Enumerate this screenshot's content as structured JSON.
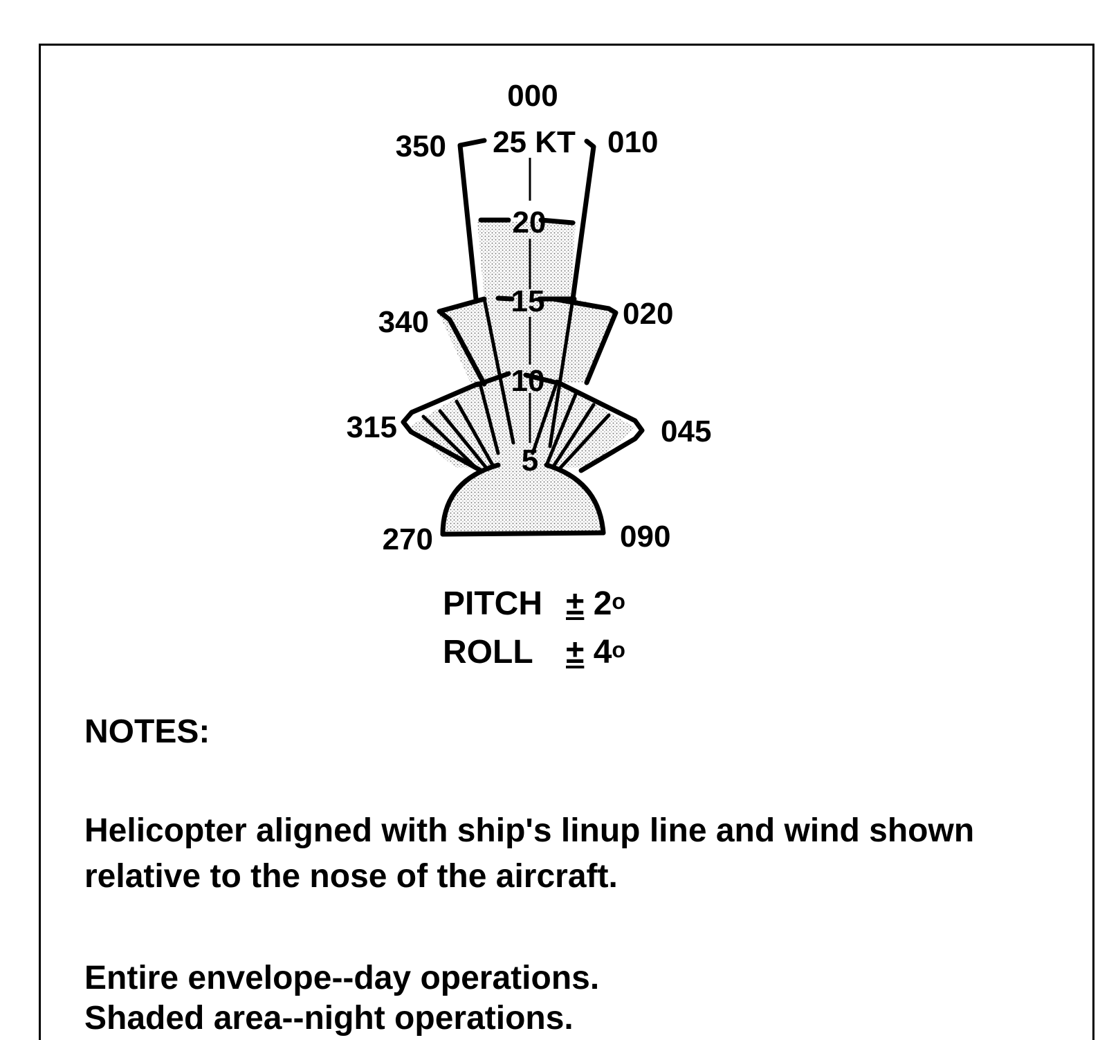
{
  "diagram": {
    "top_heading": "000",
    "azimuth_labels": {
      "a350": "350",
      "a010": "010",
      "a340": "340",
      "a020": "020",
      "a315": "315",
      "a045": "045",
      "a270": "270",
      "a090": "090"
    },
    "wind_labels": {
      "k25": "25 KT",
      "k20": "20",
      "k15": "15",
      "k10": "10",
      "k5": "5"
    }
  },
  "limits": {
    "pitch_label": "PITCH",
    "pitch_sign": "±",
    "pitch_value": "2",
    "pitch_unit": "o",
    "roll_label": "ROLL",
    "roll_sign": "±",
    "roll_value": "4",
    "roll_unit": "o"
  },
  "notes": {
    "title": "NOTES:",
    "line1": "Helicopter aligned with ship's linup line and wind shown",
    "line2": "relative to the nose of the aircraft.",
    "line3": "Entire envelope--day operations.",
    "line4": "Shaded area--night operations."
  }
}
